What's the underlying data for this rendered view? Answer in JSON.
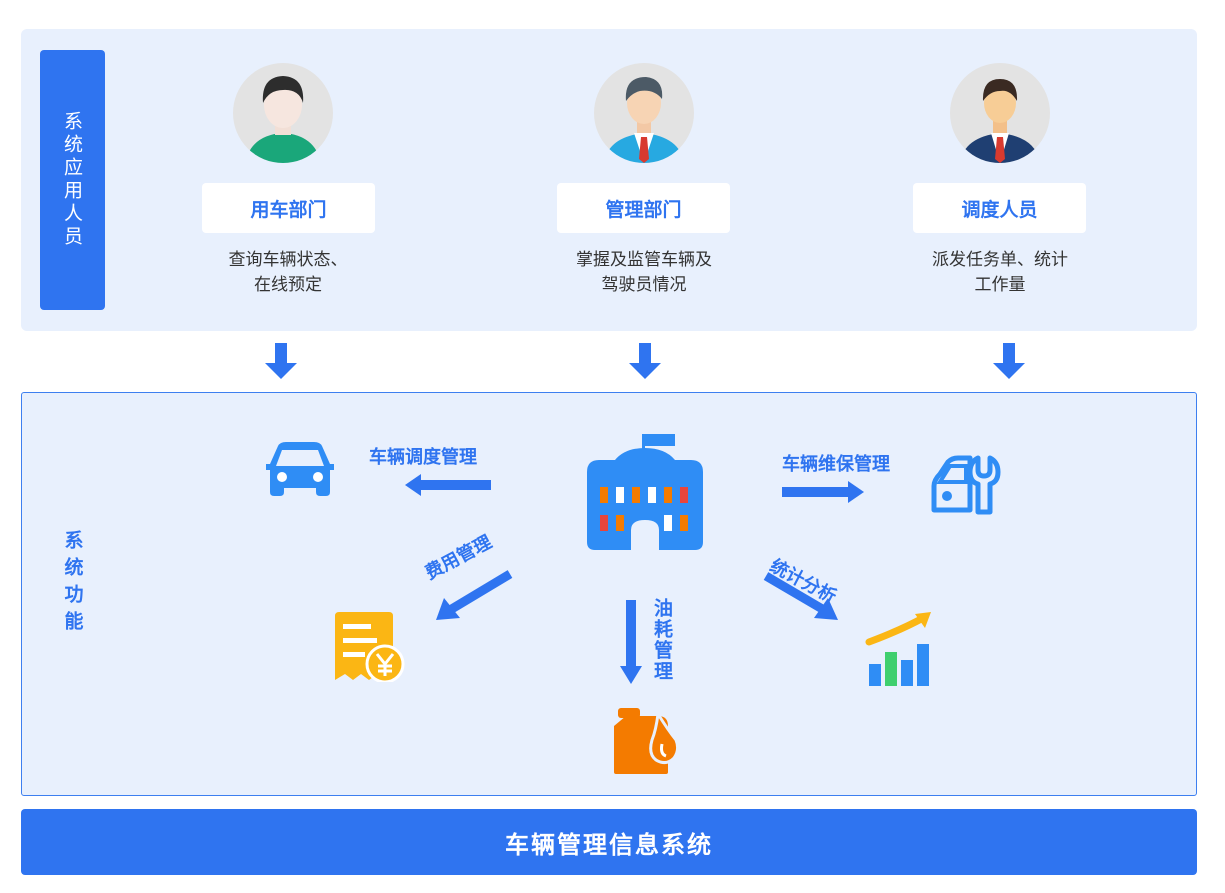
{
  "users_section": {
    "title": "系统应用人员",
    "roles": [
      {
        "name": "用车部门",
        "desc_lines": [
          "查询车辆状态、",
          "在线预定"
        ]
      },
      {
        "name": "管理部门",
        "desc_lines": [
          "掌握及监管车辆及",
          "驾驶员情况"
        ]
      },
      {
        "name": "调度人员",
        "desc_lines": [
          "派发任务单、统计",
          "工作量"
        ]
      }
    ]
  },
  "functions_section": {
    "title": "系统功能",
    "items": {
      "dispatch": "车辆调度管理",
      "maintenance": "车辆维保管理",
      "cost": "费用管理",
      "fuel": "油耗管理",
      "stats": "统计分析"
    },
    "icons": {
      "center": "building-icon",
      "dispatch": "car-icon",
      "maintenance": "car-wrench-icon",
      "cost": "receipt-yen-icon",
      "fuel": "oil-can-icon",
      "stats": "bar-chart-icon"
    }
  },
  "system_bar": {
    "label": "车辆管理信息系统"
  },
  "colors": {
    "primary": "#2f74f0",
    "panel": "#e8f0fd",
    "orange": "#f47b00",
    "yellow": "#fbb614"
  }
}
